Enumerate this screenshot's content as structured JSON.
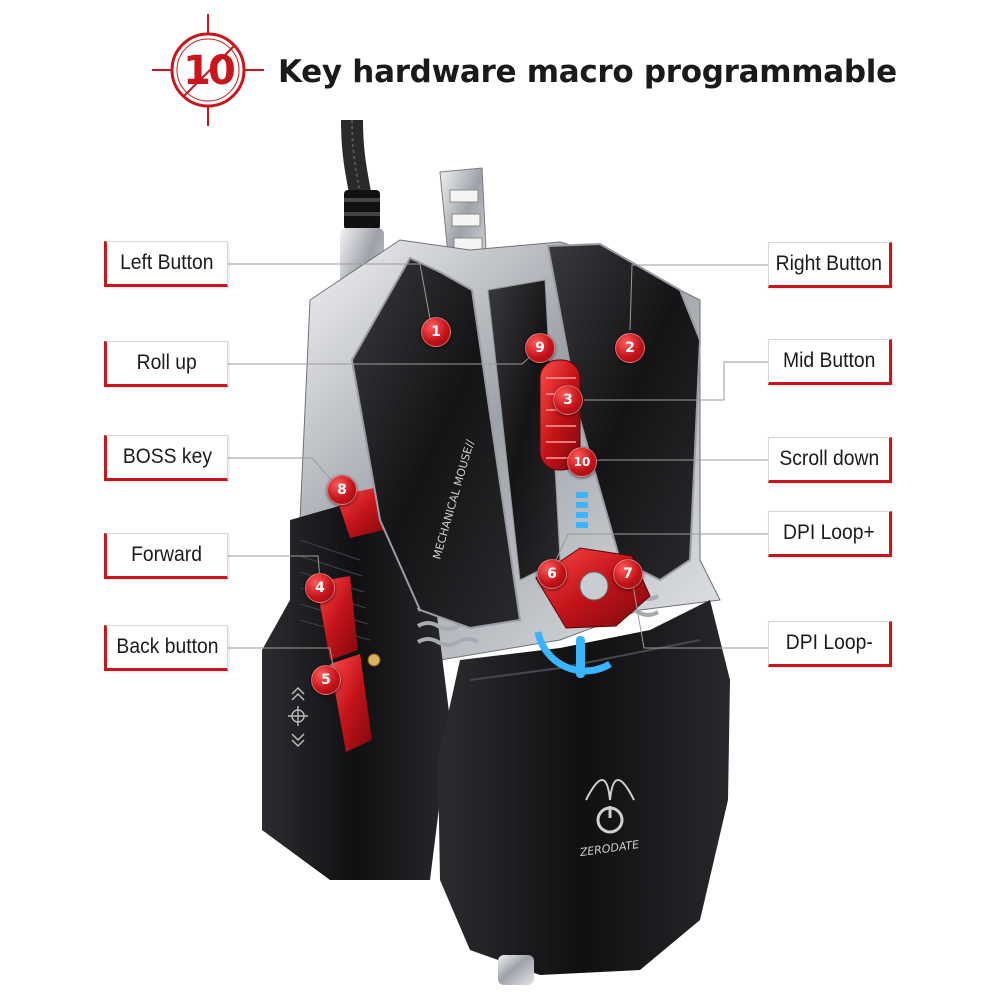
{
  "header": {
    "badge_number": "10",
    "title": "Key hardware macro programmable"
  },
  "labels": {
    "left_button": "Left Button",
    "roll_up": "Roll up",
    "boss_key": "BOSS key",
    "forward": "Forward",
    "back_button": "Back button",
    "right_button": "Right Button",
    "mid_button": "Mid Button",
    "scroll_down": "Scroll down",
    "dpi_loop_plus": "DPI Loop+",
    "dpi_loop_minus": "DPI Loop-"
  },
  "markers": [
    "1",
    "2",
    "3",
    "4",
    "5",
    "6",
    "7",
    "8",
    "9",
    "10"
  ],
  "mouse_text": {
    "side_print": "MECHANICAL MOUSE//",
    "brand": "ZERODATE"
  },
  "colors": {
    "accent_red": "#c8161c",
    "body_black": "#1c1c1e",
    "chrome": "#c9ccd1",
    "led_blue": "#3ab4ff"
  },
  "icons": [
    "crosshair-badge-icon",
    "brand-logo-icon",
    "side-up-arrows-icon",
    "side-crosshair-icon",
    "side-down-arrows-icon"
  ]
}
